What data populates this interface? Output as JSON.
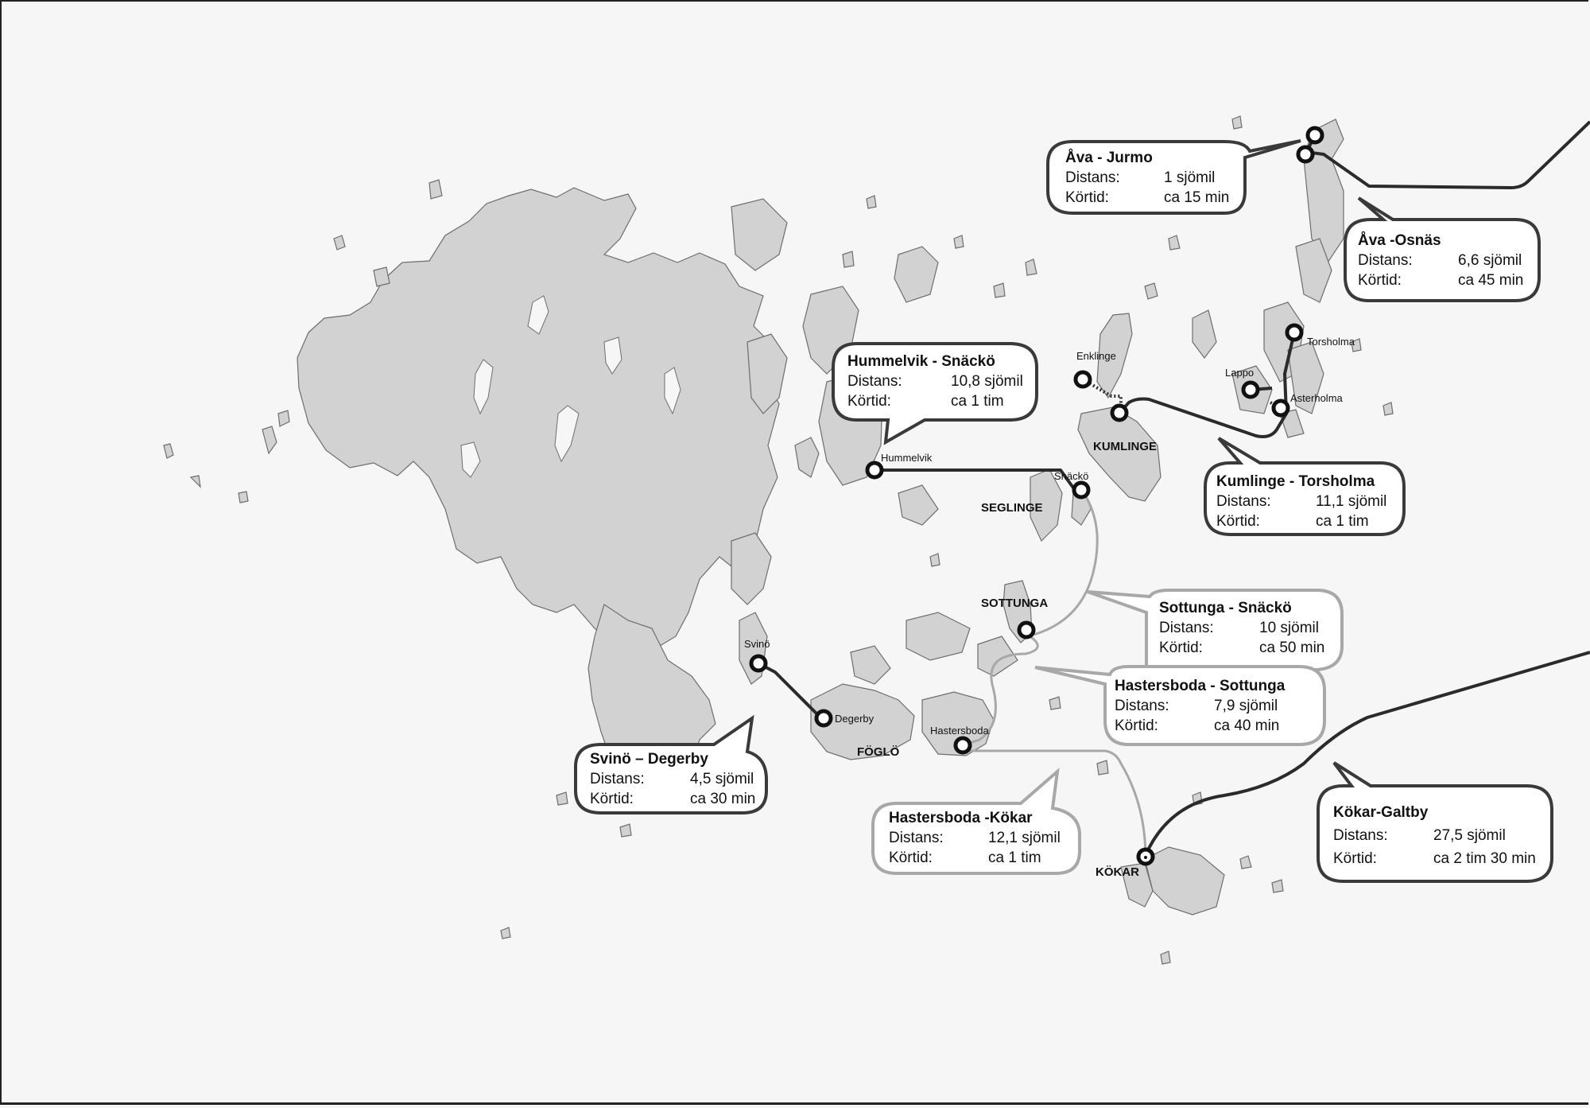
{
  "map": {
    "description": "Ferry routes in the Åland southern and northern archipelago lines",
    "colors": {
      "sea": "#f6f6f6",
      "land": "#d2d2d2",
      "coastline": "#6e6e6e",
      "route_primary": "#2b2b2b",
      "route_secondary": "#a8a8a8",
      "bubble_fill": "#ffffff"
    }
  },
  "island_labels": [
    "KUMLINGE",
    "SEGLINGE",
    "SOTTUNGA",
    "FÖGLÖ",
    "KÖKAR"
  ],
  "ports": [
    {
      "name": "Enklinge"
    },
    {
      "name": "Lappo"
    },
    {
      "name": "Torsholma"
    },
    {
      "name": "Asterholma"
    },
    {
      "name": "Hummelvik"
    },
    {
      "name": "Snäckö"
    },
    {
      "name": "Svinö"
    },
    {
      "name": "Degerby"
    },
    {
      "name": "Hastersboda"
    }
  ],
  "routes": [
    {
      "title": "Åva - Jurmo",
      "distance_label": "Distans:",
      "distance": "1 sjömil",
      "time_label": "Körtid:",
      "time": "ca 15 min",
      "style": "dark"
    },
    {
      "title": "Åva -Osnäs",
      "distance_label": "Distans:",
      "distance": "6,6 sjömil",
      "time_label": "Körtid:",
      "time": "ca 45 min",
      "style": "dark"
    },
    {
      "title": "Hummelvik - Snäckö",
      "distance_label": "Distans:",
      "distance": "10,8 sjömil",
      "time_label": "Körtid:",
      "time": "ca 1 tim",
      "style": "dark"
    },
    {
      "title": "Kumlinge - Torsholma",
      "distance_label": "Distans:",
      "distance": "11,1 sjömil",
      "time_label": "Körtid:",
      "time": "ca 1 tim",
      "style": "dark"
    },
    {
      "title": "Sottunga - Snäckö",
      "distance_label": "Distans:",
      "distance": "10 sjömil",
      "time_label": "Körtid:",
      "time": "ca 50 min",
      "style": "light"
    },
    {
      "title": "Hastersboda - Sottunga",
      "distance_label": "Distans:",
      "distance": "7,9 sjömil",
      "time_label": "Körtid:",
      "time": "ca 40 min",
      "style": "light"
    },
    {
      "title": "Svinö – Degerby",
      "distance_label": "Distans:",
      "distance": "4,5 sjömil",
      "time_label": "Körtid:",
      "time": "ca 30 min",
      "style": "dark"
    },
    {
      "title": "Hastersboda -Kökar",
      "distance_label": "Distans:",
      "distance": "12,1 sjömil",
      "time_label": "Körtid:",
      "time": "ca 1 tim",
      "style": "light"
    },
    {
      "title": "Kökar-Galtby",
      "distance_label": "Distans:",
      "distance": "27,5 sjömil",
      "time_label": "Körtid:",
      "time": "ca 2 tim 30 min",
      "style": "dark"
    }
  ]
}
